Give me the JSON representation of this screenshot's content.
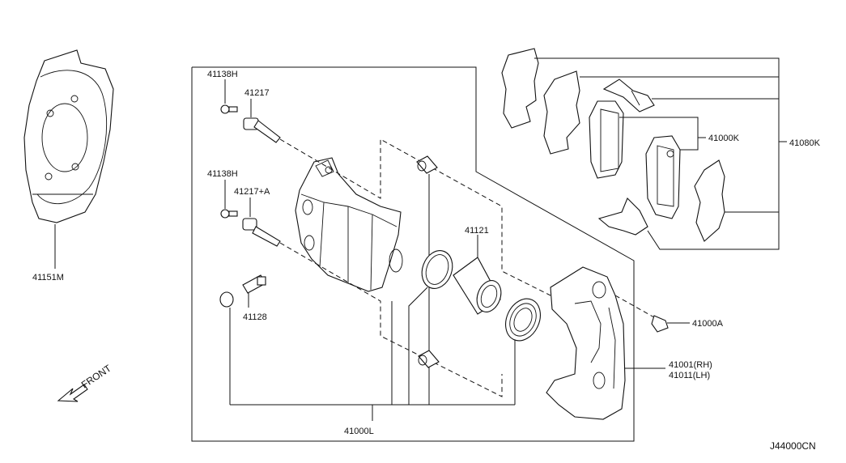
{
  "labels": {
    "shield": "41151M",
    "bolt_h_top": "41138H",
    "pin_top": "41217",
    "bolt_h_mid": "41138H",
    "pin_mid": "41217+A",
    "bleeder": "41128",
    "piston": "41121",
    "pad_kit": "41000K",
    "hardware_kit": "41080K",
    "bolt_a": "41000A",
    "caliper_rh": "41001(RH)",
    "caliper_lh": "41011(LH)",
    "caliper_assy": "41000L",
    "front": "FRONT",
    "diagram_code": "J44000CN"
  }
}
